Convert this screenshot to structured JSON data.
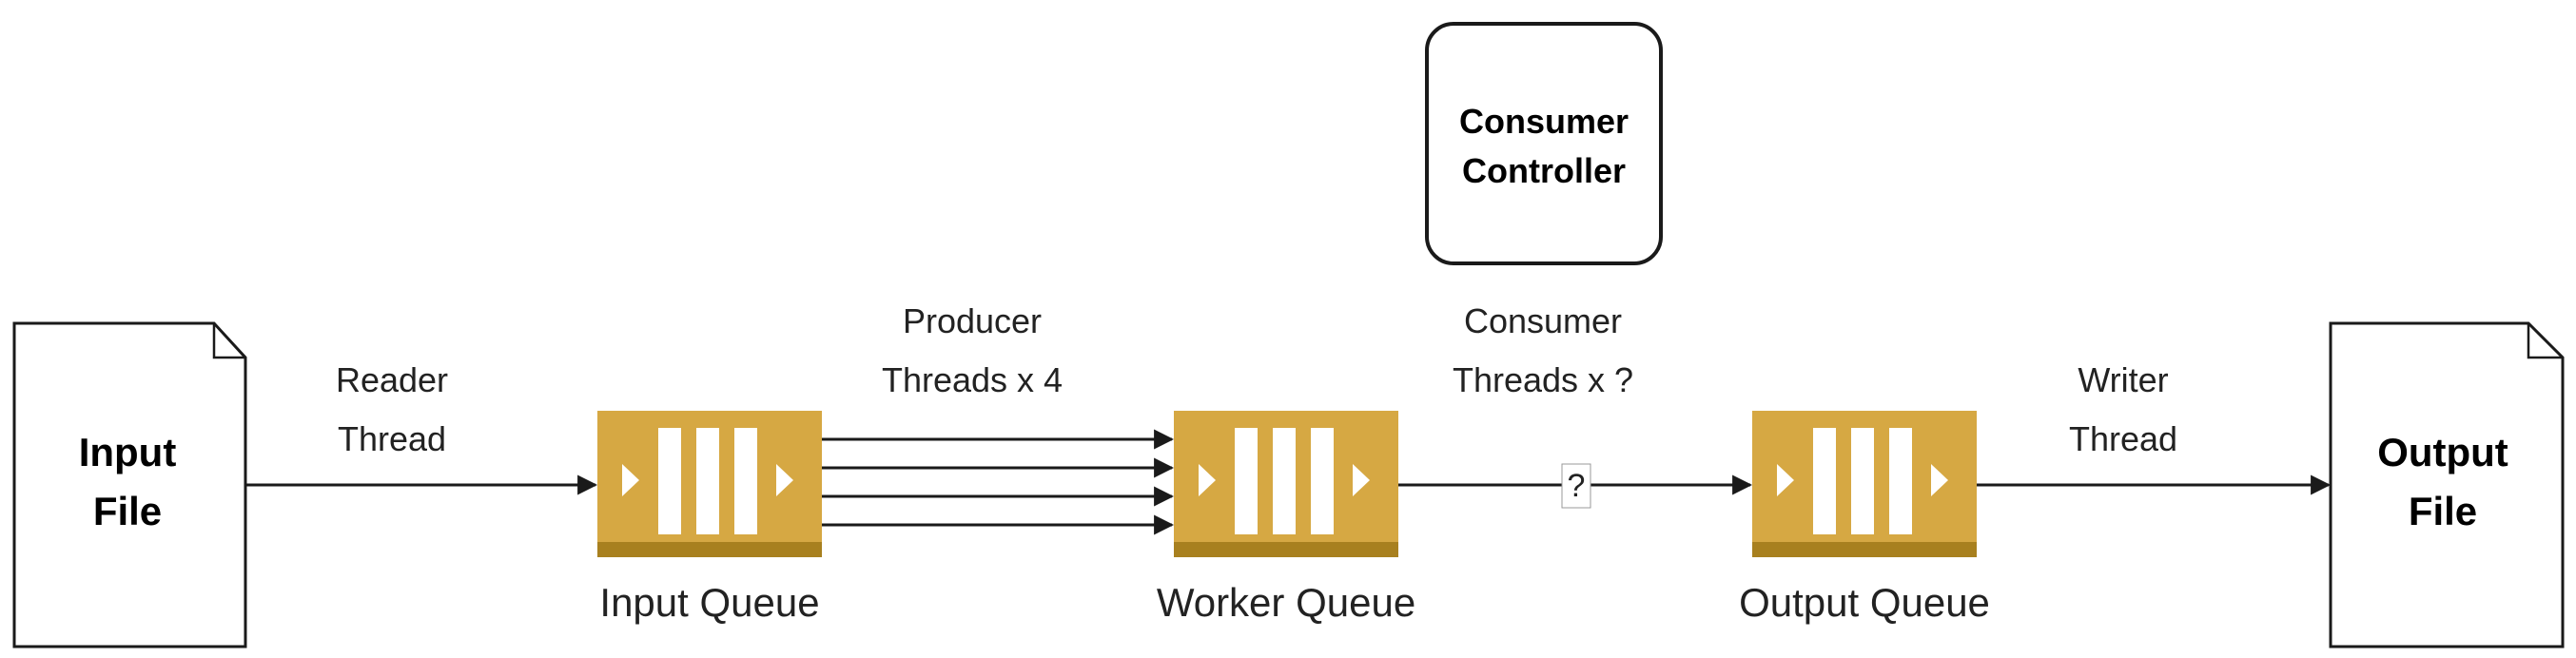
{
  "input_file": {
    "line1": "Input",
    "line2": "File"
  },
  "output_file": {
    "line1": "Output",
    "line2": "File"
  },
  "consumer_controller": {
    "line1": "Consumer",
    "line2": "Controller"
  },
  "queues": {
    "input": "Input Queue",
    "worker": "Worker Queue",
    "output": "Output Queue"
  },
  "edges": {
    "reader": {
      "line1": "Reader",
      "line2": "Thread"
    },
    "producer": {
      "line1": "Producer",
      "line2": "Threads x 4"
    },
    "consumer": {
      "line1": "Consumer",
      "line2": "Threads x ?"
    },
    "consumer_mid": "?",
    "writer": {
      "line1": "Writer",
      "line2": "Thread"
    }
  },
  "colors": {
    "queue_fill": "#d6a843",
    "queue_base": "#a8801f",
    "queue_glyph": "#ffffff",
    "stroke": "#1a1a1a"
  }
}
